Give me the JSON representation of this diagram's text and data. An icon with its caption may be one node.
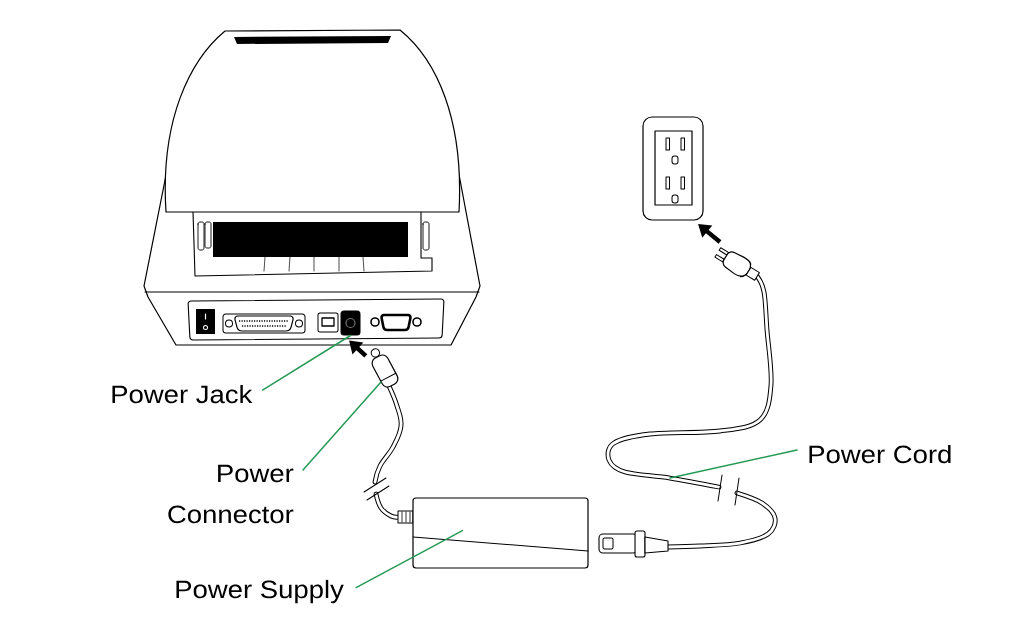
{
  "diagram": {
    "nodes": [
      {
        "text": [
          "Power Jack"
        ]
      },
      {
        "text": [],
        "shape": "box"
      },
      {
        "text": [
          "Power Connector"
        ]
      },
      {
        "text": [],
        "shape": "picture"
      },
      {
        "text": [
          "Power Supply"
        ]
      },
      {
        "text": [],
        "shape": "box"
      },
      {
        "text": [
          "Power Cord"
        ]
      }
    ],
    "edges": [
      {
        "from": 0,
        "to": 1,
        "arrow": "none"
      },
      {
        "from": 2,
        "to": 3,
        "arrow": "none"
      },
      {
        "from": 4,
        "to": 5,
        "arrow": "none"
      },
      {
        "from": 6,
        "to": null,
        "arrow": "none"
      },
      {
        "from": 3,
        "to": 1,
        "arrow": "to",
        "style": "thick",
        "color": "#000000"
      }
    ]
  }
}
